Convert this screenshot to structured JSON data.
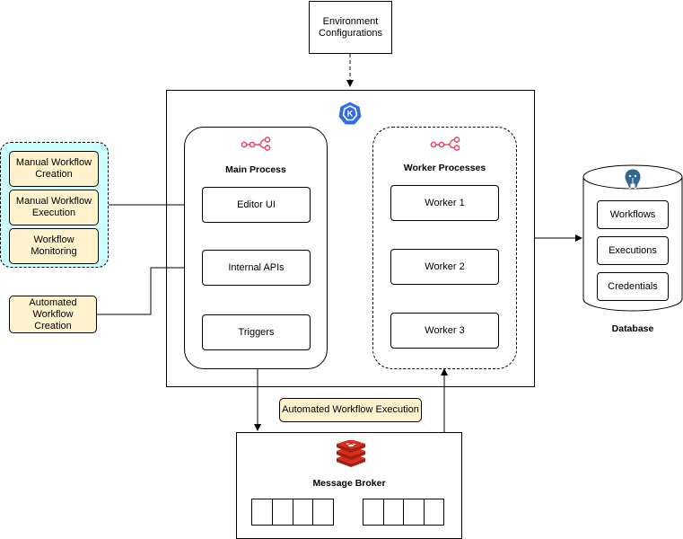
{
  "env_config": {
    "line1": "Environment",
    "line2": "Configurations"
  },
  "manual_group": {
    "items": [
      {
        "line1": "Manual Workflow",
        "line2": "Creation"
      },
      {
        "line1": "Manual Workflow",
        "line2": "Execution"
      },
      {
        "line1": "Workflow Monitoring",
        "line2": ""
      }
    ]
  },
  "automated_creation": {
    "line1": "Automated Workflow",
    "line2": "Creation"
  },
  "main_process": {
    "title": "Main Process",
    "editor_ui": "Editor UI",
    "internal_apis": "Internal APIs",
    "triggers": "Triggers"
  },
  "worker_processes": {
    "title": "Worker Processes",
    "workers": [
      "Worker 1",
      "Worker 2",
      "Worker 3"
    ]
  },
  "database": {
    "title": "Database",
    "tables": [
      "Workflows",
      "Executions",
      "Credentials"
    ]
  },
  "automated_execution": "Automated Workflow Execution",
  "message_broker": {
    "title": "Message Broker"
  },
  "icons": {
    "kubernetes": "kubernetes-icon",
    "n8n": "n8n-icon",
    "postgres": "postgresql-icon",
    "redis": "redis-icon"
  },
  "colors": {
    "yellow_fill": "#fff2cc",
    "cyan_group": "#ccffff",
    "n8n_icon": "#ea4b71",
    "kubernetes": "#326ce5",
    "redis": "#c6302b",
    "postgres": "#336791"
  }
}
